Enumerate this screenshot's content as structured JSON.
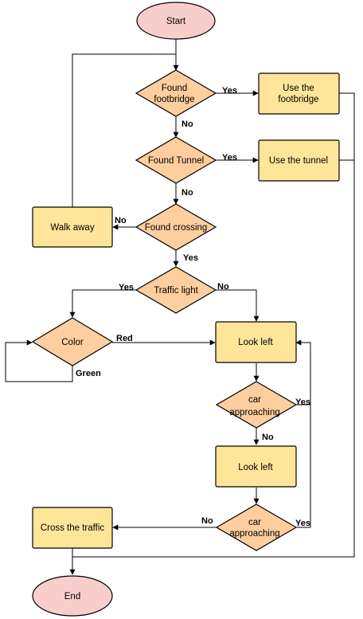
{
  "colors": {
    "terminal_fill": "#f8cecc",
    "process_fill": "#ffe599",
    "decision_fill": "#ffce9f",
    "line": "#000000"
  },
  "nodes": {
    "start": "Start",
    "found_footbridge": [
      "Found",
      "footbridge"
    ],
    "use_footbridge": [
      "Use the",
      "footbridge"
    ],
    "found_tunnel": "Found Tunnel",
    "use_tunnel": "Use the tunnel",
    "found_crossing": "Found crossing",
    "walk_away": "Walk away",
    "traffic_light": "Traffic light",
    "color": "Color",
    "look_left_1": "Look left",
    "car_approaching_1": [
      "car",
      "approaching"
    ],
    "look_left_2": "Look left",
    "car_approaching_2": [
      "car",
      "approaching"
    ],
    "cross_traffic": "Cross the traffic",
    "end": "End"
  },
  "edge_labels": {
    "footbridge_yes": "Yes",
    "footbridge_no": "No",
    "tunnel_yes": "Yes",
    "tunnel_no": "No",
    "crossing_no": "No",
    "crossing_yes": "Yes",
    "light_yes": "Yes",
    "light_no": "No",
    "color_red": "Red",
    "color_green": "Green",
    "car1_yes": "Yes",
    "car1_no": "No",
    "car2_no": "No",
    "car2_yes": "Yes"
  }
}
